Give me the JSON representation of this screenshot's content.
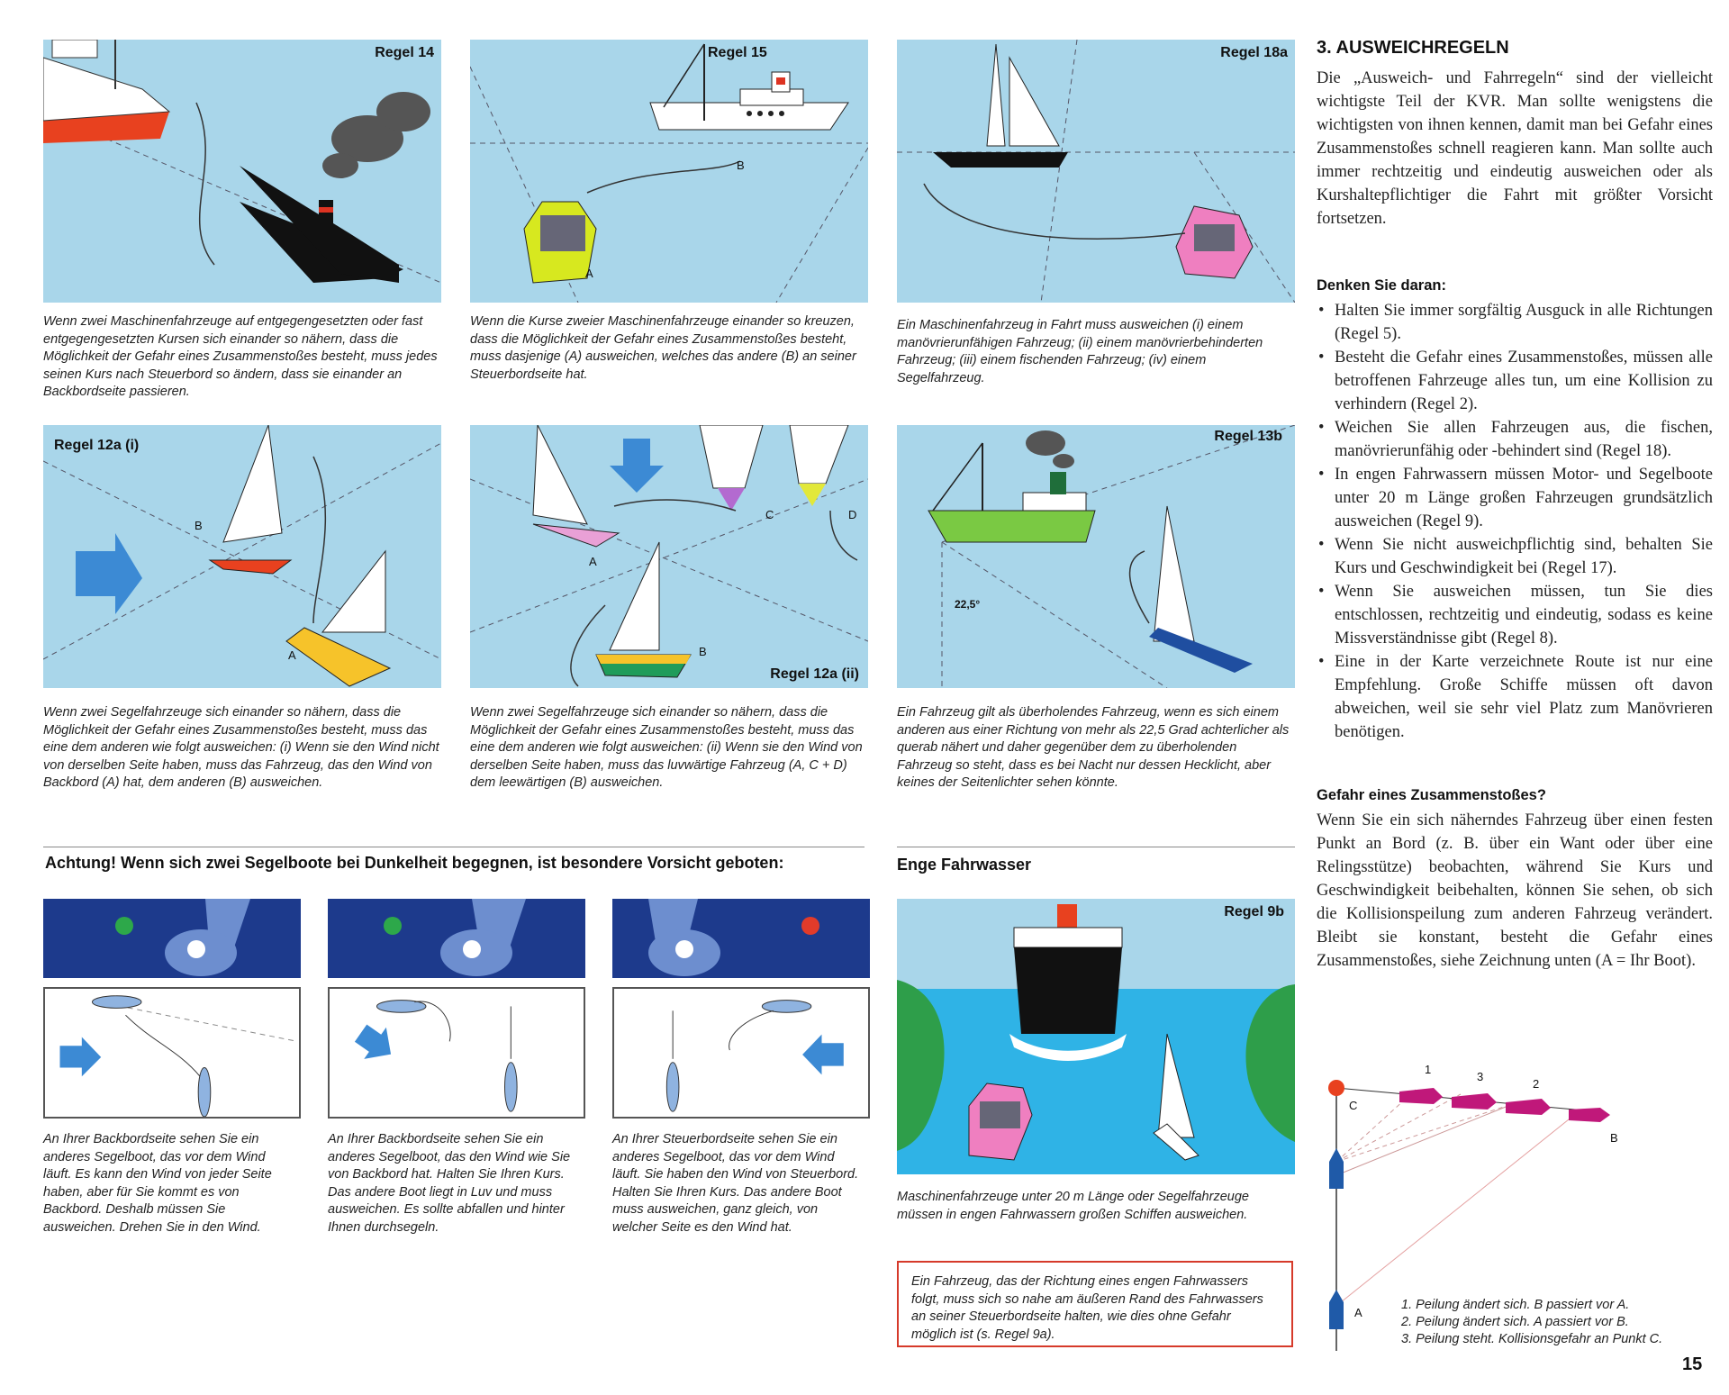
{
  "panels": {
    "regel14": {
      "label": "Regel 14",
      "caption": "Wenn zwei Maschinenfahrzeuge auf entgegengesetzten oder fast entgegengesetzten Kursen sich einander so nähern, dass die Möglichkeit der Gefahr eines Zusammenstoßes besteht, muss jedes seinen Kurs nach Steuerbord so ändern, dass sie einander an Backbordseite passieren."
    },
    "regel15": {
      "label": "Regel 15",
      "mark_b": "B",
      "mark_a": "A",
      "caption": "Wenn die Kurse zweier Maschinenfahrzeuge einander so kreuzen, dass die Möglichkeit der Gefahr eines Zusammenstoßes besteht, muss dasjenige (A) ausweichen, welches das andere (B) an seiner Steuerbordseite hat."
    },
    "regel18a": {
      "label": "Regel 18a",
      "caption": "Ein Maschinenfahrzeug in Fahrt muss ausweichen (i) einem manövrierunfähigen Fahrzeug; (ii) einem manövrierbehinderten Fahrzeug; (iii) einem fischenden Fahrzeug; (iv) einem Segelfahrzeug."
    },
    "regel12ai": {
      "label": "Regel 12a (i)",
      "mark_b": "B",
      "mark_a": "A",
      "caption": "Wenn zwei Segelfahrzeuge sich einander so nähern, dass die Möglichkeit der Gefahr eines Zusammenstoßes besteht, muss das eine dem anderen wie folgt ausweichen: (i) Wenn sie den Wind nicht von derselben Seite haben, muss das Fahrzeug, das den Wind von Backbord (A) hat, dem anderen (B) ausweichen."
    },
    "regel12aii": {
      "label": "Regel 12a (ii)",
      "mark_a": "A",
      "mark_b": "B",
      "mark_c": "C",
      "mark_d": "D",
      "caption": "Wenn zwei Segelfahrzeuge sich einander so nähern, dass die Möglichkeit der Gefahr eines Zusammenstoßes besteht, muss das eine dem anderen wie folgt ausweichen: (ii) Wenn sie den Wind von derselben Seite haben, muss das luvwärtige Fahrzeug (A, C + D) dem leewärtigen (B) ausweichen."
    },
    "regel13b": {
      "label": "Regel 13b",
      "angle": "22,5°",
      "caption": "Ein Fahrzeug gilt als überholendes Fahrzeug, wenn es sich einem anderen aus einer Richtung von mehr als 22,5 Grad achterlicher als querab nähert und daher gegenüber dem zu überholenden Fahrzeug so steht, dass es bei Nacht nur dessen Hecklicht, aber keines der Seitenlichter sehen könnte."
    },
    "regel9b": {
      "label": "Regel 9b",
      "caption": "Maschinenfahrzeuge unter 20 m Länge oder Segelfahrzeuge müssen in engen Fahrwassern großen Schiffen ausweichen."
    }
  },
  "night_heading": "Achtung! Wenn sich zwei Segelboote bei Dunkelheit begegnen, ist besondere Vorsicht geboten:",
  "night_captions": [
    "An Ihrer Backbordseite sehen Sie ein anderes Segelboot, das vor dem Wind läuft. Es kann den Wind von jeder Seite haben, aber für Sie kommt es von Backbord. Deshalb müssen Sie ausweichen. Drehen Sie in den Wind.",
    "An Ihrer Backbordseite sehen Sie ein anderes Segelboot, das den Wind wie Sie von Backbord hat. Halten Sie Ihren Kurs. Das andere Boot liegt in Luv und muss ausweichen. Es sollte abfallen und hinter Ihnen durchsegeln.",
    "An Ihrer Steuerbordseite sehen Sie ein anderes Segelboot, das vor dem Wind läuft. Sie haben den Wind von Steuerbord. Halten Sie Ihren Kurs. Das andere Boot muss ausweichen, ganz gleich, von welcher Seite es den Wind hat."
  ],
  "narrow_heading": "Enge Fahrwasser",
  "red_box": "Ein Fahrzeug, das der Richtung eines engen Fahrwassers folgt, muss sich so nahe am äußeren Rand des Fahrwassers an seiner Steuerbordseite halten, wie dies ohne Gefahr möglich ist (s. Regel 9a).",
  "right": {
    "heading": "3. AUSWEICHREGELN",
    "intro": "Die „Ausweich- und Fahrregeln“ sind der vielleicht wichtigste Teil der KVR. Man sollte wenigstens die wichtigsten von ihnen kennen, damit man bei Gefahr eines Zusammenstoßes schnell reagieren kann. Man sollte auch immer rechtzeitig und eindeutig ausweichen oder als Kurshaltepflichtiger die Fahrt mit größter Vorsicht fortsetzen.",
    "denken_heading": "Denken Sie daran:",
    "bullets": [
      "Halten Sie immer sorgfältig Ausguck in alle Richtungen (Regel 5).",
      "Besteht die Gefahr eines Zusammenstoßes, müssen alle betroffenen Fahrzeuge alles tun, um eine Kollision zu verhindern (Regel 2).",
      "Weichen Sie allen Fahrzeugen aus, die fischen, manövrierunfähig oder -behindert sind (Regel 18).",
      "In engen Fahrwassern müssen Motor- und Segelboote unter 20 m Länge großen Fahrzeugen grundsätzlich ausweichen (Regel 9).",
      "Wenn Sie nicht ausweichpflichtig sind, behalten Sie Kurs und Geschwindigkeit bei (Regel 17).",
      "Wenn Sie ausweichen müssen, tun Sie dies entschlossen, rechtzeitig und eindeutig, sodass es keine Missverständnisse gibt (Regel 8).",
      "Eine in der Karte verzeichnete Route ist nur eine Empfehlung. Große Schiffe müssen oft davon abweichen, weil sie sehr viel Platz zum Manövrieren benötigen."
    ],
    "gefahr_heading": "Gefahr eines Zusammenstoßes?",
    "gefahr_text": "Wenn Sie ein sich näherndes Fahrzeug über einen festen Punkt an Bord (z. B. über ein Want oder über eine Relingsstütze) beobachten, während Sie Kurs und Geschwindigkeit beibehalten, können Sie sehen, ob sich die Kollisionspeilung zum anderen Fahrzeug verändert. Bleibt sie konstant, besteht die Gefahr eines Zusammenstoßes, siehe Zeichnung unten (A = Ihr Boot).",
    "diagram_labels": {
      "n1": "1",
      "n3": "3",
      "n2": "2",
      "c": "C",
      "b": "B",
      "a": "A"
    },
    "legend": [
      "1. Peilung ändert sich. B passiert vor A.",
      "2. Peilung ändert sich. A passiert vor B.",
      "3. Peilung steht. Kollisionsgefahr an Punkt C."
    ]
  },
  "page_number": "15"
}
